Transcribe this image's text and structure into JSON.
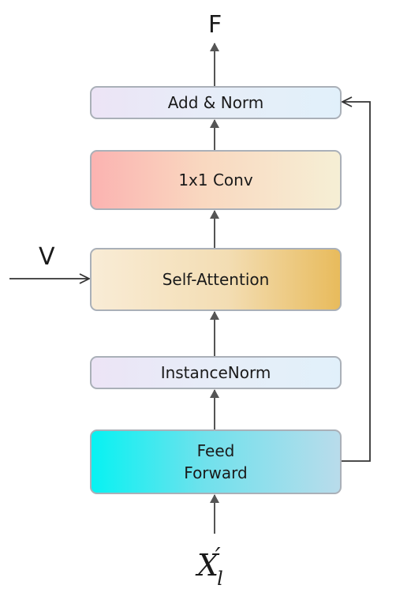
{
  "blocks": {
    "add_norm": "Add & Norm",
    "conv": "1x1 Conv",
    "self_attention": "Self-Attention",
    "instance_norm": "InstanceNorm",
    "feed_forward_line1": "Feed",
    "feed_forward_line2": "Forward"
  },
  "labels": {
    "output": "F",
    "value": "V",
    "input_main": "X",
    "input_sub": "l",
    "input_prime": "′"
  },
  "colors": {
    "arrow": "#555555",
    "border": "#aab0b8"
  }
}
